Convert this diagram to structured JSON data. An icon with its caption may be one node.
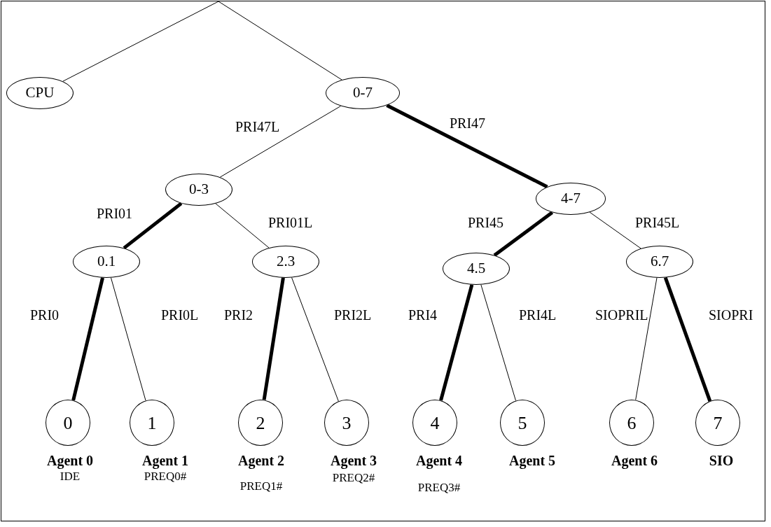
{
  "diagram": {
    "nodes": [
      {
        "text": [
          "CPU"
        ]
      },
      {
        "text": [
          "0-7"
        ]
      },
      {
        "text": [
          "0-3"
        ]
      },
      {
        "text": [
          "4-7"
        ]
      },
      {
        "text": [
          "0.1"
        ]
      },
      {
        "text": [
          "2.3"
        ]
      },
      {
        "text": [
          "4.5"
        ]
      },
      {
        "text": [
          "6.7"
        ]
      },
      {
        "text": [
          "0"
        ],
        "beside": [
          "Agent 0",
          "IDE"
        ]
      },
      {
        "text": [
          "1"
        ],
        "beside": [
          "Agent 1",
          "PREQ0#"
        ]
      },
      {
        "text": [
          "2"
        ],
        "beside": [
          "Agent 2",
          "PREQ1#"
        ]
      },
      {
        "text": [
          "3"
        ],
        "beside": [
          "Agent 3",
          "PREQ2#"
        ]
      },
      {
        "text": [
          "4"
        ],
        "beside": [
          "Agent 4",
          "PREQ3#"
        ]
      },
      {
        "text": [
          "5"
        ],
        "beside": [
          "Agent 5"
        ]
      },
      {
        "text": [
          "6"
        ],
        "beside": [
          "Agent 6"
        ]
      },
      {
        "text": [
          "7"
        ],
        "beside": [
          "SIO"
        ]
      }
    ],
    "edges": [
      {
        "from": null,
        "to": 0,
        "arrow": "none"
      },
      {
        "from": null,
        "to": 1,
        "arrow": "none"
      },
      {
        "from": 1,
        "to": 2,
        "arrow": "none",
        "label": "PRI47L"
      },
      {
        "from": 1,
        "to": 3,
        "arrow": "none",
        "label": "PRI47",
        "style": "thick"
      },
      {
        "from": 2,
        "to": 4,
        "arrow": "none",
        "label": "PRI01",
        "style": "thick"
      },
      {
        "from": 2,
        "to": 5,
        "arrow": "none",
        "label": "PRI01L"
      },
      {
        "from": 3,
        "to": 6,
        "arrow": "none",
        "label": "PRI45",
        "style": "thick"
      },
      {
        "from": 3,
        "to": 7,
        "arrow": "none",
        "label": "PRI45L"
      },
      {
        "from": 4,
        "to": 8,
        "arrow": "none",
        "label": "PRI0",
        "style": "thick"
      },
      {
        "from": 4,
        "to": 9,
        "arrow": "none",
        "label": "PRI0L"
      },
      {
        "from": 5,
        "to": 10,
        "arrow": "none",
        "label": "PRI2",
        "style": "thick"
      },
      {
        "from": 5,
        "to": 11,
        "arrow": "none",
        "label": "PRI2L"
      },
      {
        "from": 6,
        "to": 12,
        "arrow": "none",
        "label": "PRI4",
        "style": "thick"
      },
      {
        "from": 6,
        "to": 13,
        "arrow": "none",
        "label": "PRI4L"
      },
      {
        "from": 7,
        "to": 14,
        "arrow": "none",
        "label": "SIOPRIL"
      },
      {
        "from": 7,
        "to": 15,
        "arrow": "none",
        "label": "SIOPRI",
        "style": "thick"
      }
    ]
  }
}
